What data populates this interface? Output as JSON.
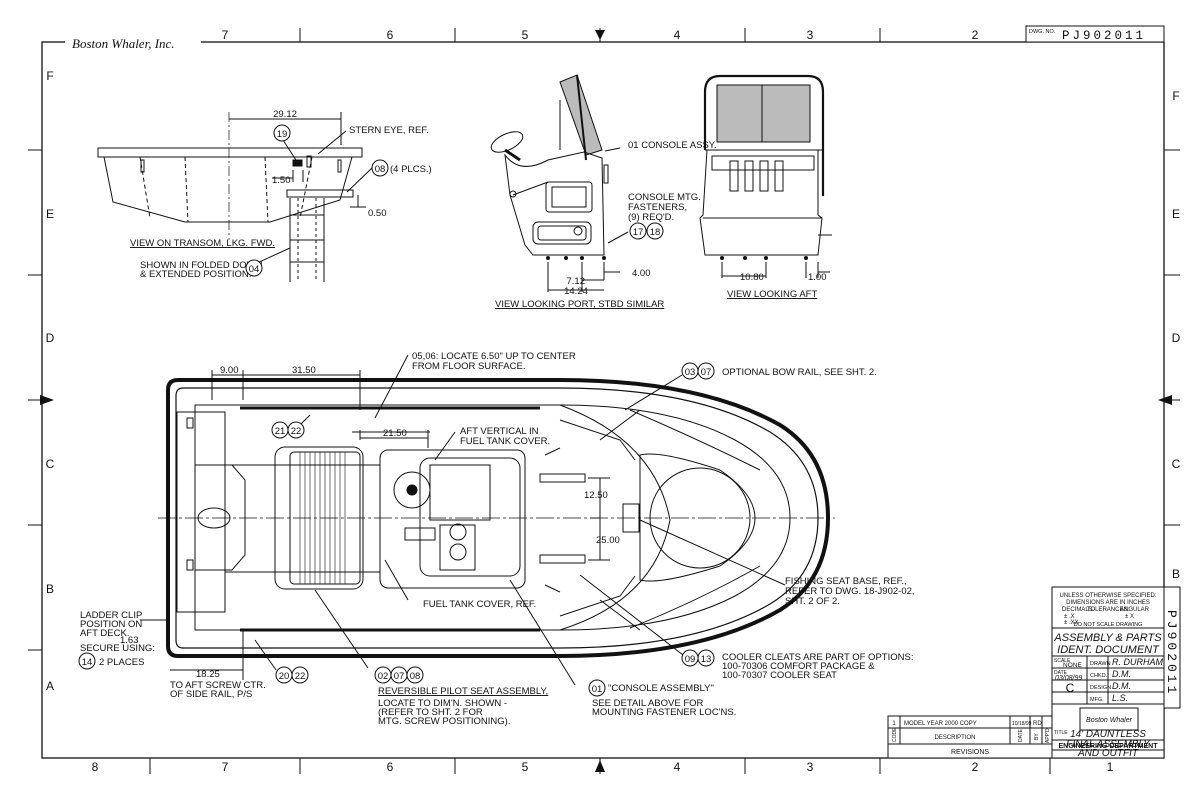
{
  "company": "Boston Whaler, Inc.",
  "zones": {
    "top": [
      "7",
      "6",
      "5",
      "4",
      "3",
      "2"
    ],
    "bottom": [
      "8",
      "7",
      "6",
      "5",
      "4",
      "3",
      "2",
      "1"
    ],
    "left": [
      "F",
      "E",
      "D",
      "C",
      "B",
      "A"
    ],
    "right": [
      "F",
      "E",
      "D",
      "C",
      "B"
    ]
  },
  "dwg": {
    "label": "DWG. NO.",
    "number": "PJ902011"
  },
  "transom_view": {
    "dim_top": "29.12",
    "dim_150": "1.50",
    "dim_050": "0.50",
    "callout_19": "19",
    "stern_eye": "STERN EYE, REF.",
    "callout_08": "08",
    "plcs": "(4 PLCS.)",
    "title": "VIEW ON TRANSOM, LKG. FWD.",
    "note1": "SHOWN IN FOLDED DOWN",
    "note2": "& EXTENDED POSITION.",
    "callout_04": "04"
  },
  "port_view": {
    "callout": "01 CONSOLE ASSY.",
    "mtg1": "CONSOLE MTG.",
    "mtg2": "FASTENERS,",
    "mtg3": "(9) REQ'D.",
    "c17": "17",
    "c18": "18",
    "d712": "7.12",
    "d1424": "14.24",
    "d400": "4.00",
    "title": "VIEW LOOKING PORT, STBD SIMILAR"
  },
  "aft_view": {
    "d1080": "10.80",
    "d100": "1.00",
    "title": "VIEW LOOKING AFT"
  },
  "plan_view": {
    "d900": "9.00",
    "d3150": "31.50",
    "d2150": "21.50",
    "d1250": "12.50",
    "d2500": "25.00",
    "d163": "1.63",
    "d1825": "18.25",
    "n0506a": "05,06: LOCATE 6.50\" UP TO CENTER",
    "n0506b": "FROM FLOOR SURFACE.",
    "aft1": "AFT VERTICAL IN",
    "aft2": "FUEL TANK COVER.",
    "c03": "03",
    "c07": "07",
    "bowrail": "OPTIONAL BOW RAIL, SEE SHT. 2.",
    "c21": "21",
    "c22": "22",
    "c20": "20",
    "c22b": "22",
    "fish1": "FISHING SEAT BASE, REF.,",
    "fish2": "REFER TO DWG. 18-J902-02,",
    "fish3": "SHT. 2 OF 2.",
    "ladder1": "LADDER CLIP",
    "ladder2": "POSITION ON",
    "ladder3": "AFT DECK.",
    "secure": "SECURE USING:",
    "c14": "14",
    "places": "2 PLACES",
    "fuel": "FUEL TANK COVER, REF.",
    "c09": "09",
    "c13": "13",
    "cooler1": "COOLER CLEATS ARE PART OF OPTIONS:",
    "cooler2": "100-70306 COMFORT PACKAGE &",
    "cooler3": "100-70307 COOLER SEAT",
    "screw1": "TO AFT SCREW CTR.",
    "screw2": "OF SIDE RAIL, P/S",
    "c02": "02",
    "c07b": "07",
    "c08": "08",
    "seat_title": "REVERSIBLE PILOT SEAT ASSEMBLY,",
    "seat1": "LOCATE TO DIM'N. SHOWN -",
    "seat2": "(REFER TO SHT. 2 FOR",
    "seat3": "MTG. SCREW POSITIONING).",
    "c01": "01",
    "console_note": "\"CONSOLE ASSEMBLY\"",
    "detail1": "SEE DETAIL ABOVE FOR",
    "detail2": "MOUNTING FASTENER LOC'NS."
  },
  "title_block": {
    "tol1": "UNLESS OTHERWISE SPECIFIED:",
    "tol2": "DIMENSIONS ARE IN INCHES",
    "tol3": "TOLERANCES:",
    "decimals": "DECIMALS",
    "angular": "ANGULAR",
    "tolx": "± .X",
    "tolxx": "± .XX",
    "tolang": "± X",
    "noscale": "DO NOT SCALE DRAWING",
    "doc1": "ASSEMBLY & PARTS",
    "doc2": "IDENT. DOCUMENT",
    "scale_l": "SCALE",
    "scale": "NONE",
    "drawn_l": "DRAWN",
    "drawn": "R. DURHAM",
    "date_l": "DATE",
    "date": "03/08/99",
    "chkd_l": "CHKD.",
    "chkd": "D.M.",
    "design_l": "DESIGN",
    "design": "D.M.",
    "size": "C",
    "mfg_l": "MFG.",
    "mfg": "L.S.",
    "logo": "Boston Whaler",
    "dept": "ENGINEERING DEPARTMENT",
    "title_l": "TITLE",
    "t1": "14' DAUNTLESS",
    "t2": "FINAL ASSEMBLY",
    "t3": "AND OUTFIT"
  },
  "revisions": {
    "rev": "1",
    "desc": "MODEL YEAR 2000 COPY",
    "rdate": "10/18/99",
    "by": "RD",
    "h_code": "CODE",
    "h_desc": "DESCRIPTION",
    "h_date": "DATE",
    "h_by": "BY",
    "h_appd": "APP'D",
    "title": "REVISIONS"
  }
}
